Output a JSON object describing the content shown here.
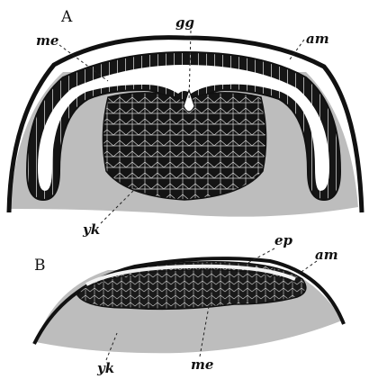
{
  "figure": {
    "panel_a": {
      "letter": "A",
      "labels": {
        "me": "me",
        "gg": "gg",
        "am": "am",
        "yk": "yk"
      }
    },
    "panel_b": {
      "letter": "B",
      "labels": {
        "ep": "ep",
        "am": "am",
        "yk": "yk",
        "me": "me"
      }
    },
    "colors": {
      "ink": "#111111",
      "yolk": "#bdbdbd",
      "paper": "#ffffff"
    }
  }
}
